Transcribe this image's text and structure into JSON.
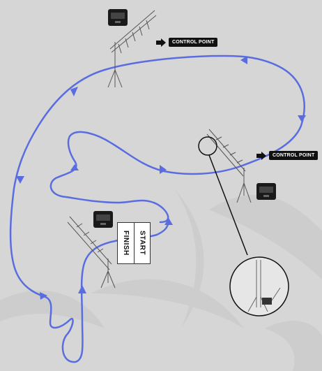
{
  "control_points": [
    {
      "label": "CONTROL POINT"
    },
    {
      "label": "CONTROL POINT"
    }
  ],
  "start_finish": {
    "finish": "FINISH",
    "start": "START"
  },
  "icons": [
    "antenna-mast-icon",
    "equipment-case-icon",
    "arrow-right-icon",
    "magnifier-inset"
  ],
  "colors": {
    "route": "#5a6de0",
    "background": "#d6d6d6",
    "label_bg": "#111111"
  }
}
